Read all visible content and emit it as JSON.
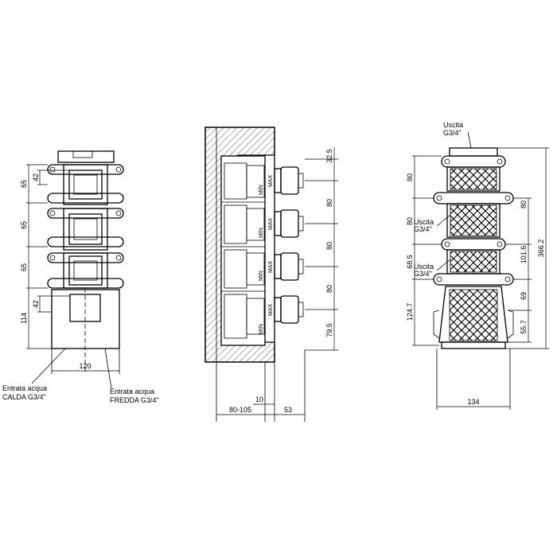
{
  "front_view": {
    "dims_left": [
      "65",
      "65",
      "65",
      "114"
    ],
    "dims_inner": [
      "42",
      "42"
    ],
    "dim_bottom": "120",
    "label_hot": [
      "Entrata acqua",
      "CALDA G3/4\""
    ],
    "label_cold": [
      "Entrata acqua",
      "FREDDA G3/4\""
    ]
  },
  "side_view": {
    "dims_right": [
      "32.5",
      "80",
      "80",
      "80",
      "79.5"
    ],
    "dims_bottom": [
      "10",
      "80-105",
      "53"
    ],
    "max_labels": [
      "MAX",
      "MAX",
      "MAX",
      "MAX"
    ],
    "min_labels": [
      "MIN",
      "MIN",
      "MIN",
      "MIN"
    ]
  },
  "back_view": {
    "label_top": [
      "Uscita",
      "G3/4\""
    ],
    "label_mid1": [
      "Uscita",
      "G3/4\""
    ],
    "label_mid2": [
      "Uscita",
      "G3/4\""
    ],
    "dims_left": [
      "80",
      "80",
      "68.5",
      "124.7"
    ],
    "dims_right": [
      "80",
      "101.6",
      "69",
      "55.7"
    ],
    "dim_total": "366.2",
    "dim_bottom": "134"
  }
}
